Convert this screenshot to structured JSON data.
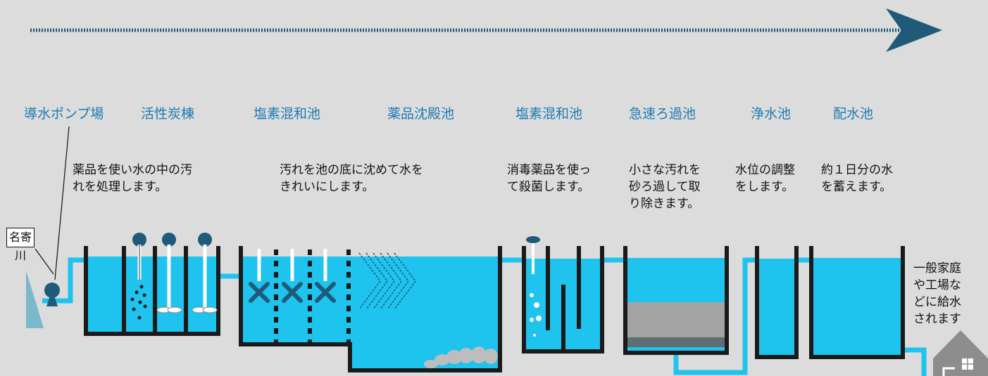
{
  "process_arrow": "flow-direction",
  "stages": [
    {
      "id": "pump",
      "title": "導水ポンプ場"
    },
    {
      "id": "carbon",
      "title": "活性炭棟"
    },
    {
      "id": "mix1",
      "title": "塩素混和池"
    },
    {
      "id": "settle",
      "title": "薬品沈殿池"
    },
    {
      "id": "mix2",
      "title": "塩素混和池"
    },
    {
      "id": "filter",
      "title": "急速ろ過池"
    },
    {
      "id": "clear",
      "title": "浄水池"
    },
    {
      "id": "dist",
      "title": "配水池"
    }
  ],
  "descriptions": {
    "carbon": "薬品を使い水の中の汚\nれを処理します。",
    "settle": "汚れを池の底に沈めて水を\nきれいにします。",
    "mix2": "消毒薬品を使っ\nて殺菌します。",
    "filter": "小さな汚れを\n砂ろ過して取\nり除きます。",
    "clear": "水位の調整\nをします。",
    "dist": "約１日分の水\nを蓄えます。"
  },
  "river_label": "名寄川",
  "supply_note": "一般家庭\nや工場な\nどに給水\nされます",
  "colors": {
    "water": "#1ec3ee",
    "wall": "#1a1a1a",
    "arrow": "#1f5a78",
    "title": "#1d7bb5",
    "sand": "#a3a3a3",
    "gravel": "#5f6e73"
  }
}
